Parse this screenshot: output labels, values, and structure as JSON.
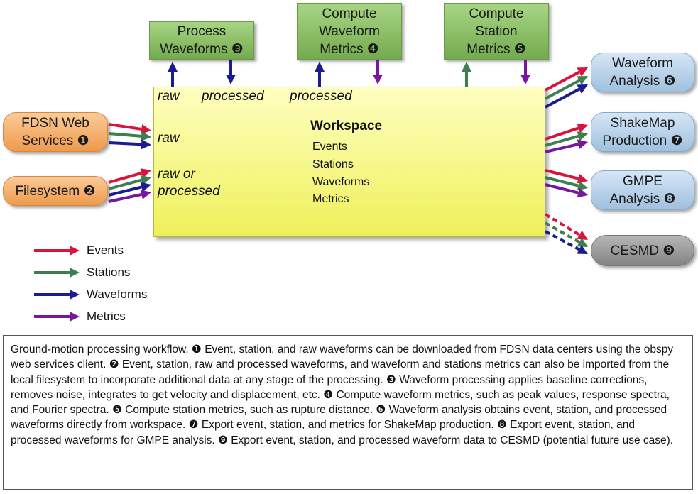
{
  "colors": {
    "events": "#d8143c",
    "stations": "#3d7f4e",
    "waveforms": "#1b1b93",
    "metrics": "#7a169e"
  },
  "boxes": {
    "process": {
      "line1": "Process",
      "line2": "Waveforms",
      "badge": "❸"
    },
    "compute_waveform": {
      "line1": "Compute",
      "line2": "Waveform",
      "line3": "Metrics",
      "badge": "❹"
    },
    "compute_station": {
      "line1": "Compute",
      "line2": "Station",
      "line3": "Metrics",
      "badge": "❺"
    },
    "fdsn": {
      "line1": "FDSN Web",
      "line2": "Services",
      "badge": "❶"
    },
    "filesystem": {
      "line1": "Filesystem",
      "badge": "❷"
    },
    "waveform_analysis": {
      "line1": "Waveform",
      "line2": "Analysis",
      "badge": "❻"
    },
    "shakemap": {
      "line1": "ShakeMap",
      "line2": "Production",
      "badge": "❼"
    },
    "gmpe": {
      "line1": "GMPE",
      "line2": "Analysis",
      "badge": "❽"
    },
    "cesmd": {
      "line1": "CESMD",
      "badge": "❾"
    }
  },
  "workspace": {
    "title": "Workspace",
    "items": [
      "Events",
      "Stations",
      "Waveforms",
      "Metrics"
    ]
  },
  "flow_labels": {
    "top_raw": "raw",
    "top_processed_1": "processed",
    "top_processed_2": "processed",
    "left_raw": "raw",
    "left_raw_or": "raw or",
    "left_processed": "processed"
  },
  "legend": [
    "Events",
    "Stations",
    "Waveforms",
    "Metrics"
  ],
  "caption": "Ground-motion processing workflow. ❶ Event, station, and raw waveforms can be downloaded from FDSN data centers using the obspy web services client. ❷ Event, station, raw and processed waveforms, and waveform and stations metrics can also be imported from the local filesystem to incorporate additional data at any stage of the processing. ❸ Waveform processing applies baseline corrections, removes noise, integrates to get velocity and displacement, etc. ❹ Compute waveform metrics, such as peak values, response spectra, and Fourier spectra. ❺ Compute station metrics, such as rupture distance. ❻ Waveform analysis obtains event, station, and processed waveforms directly from workspace. ❼ Export event, station, and metrics for ShakeMap production. ❽ Export event, station, and processed waveforms for GMPE analysis. ❾ Export event, station, and processed waveform data to CESMD (potential future use case)."
}
